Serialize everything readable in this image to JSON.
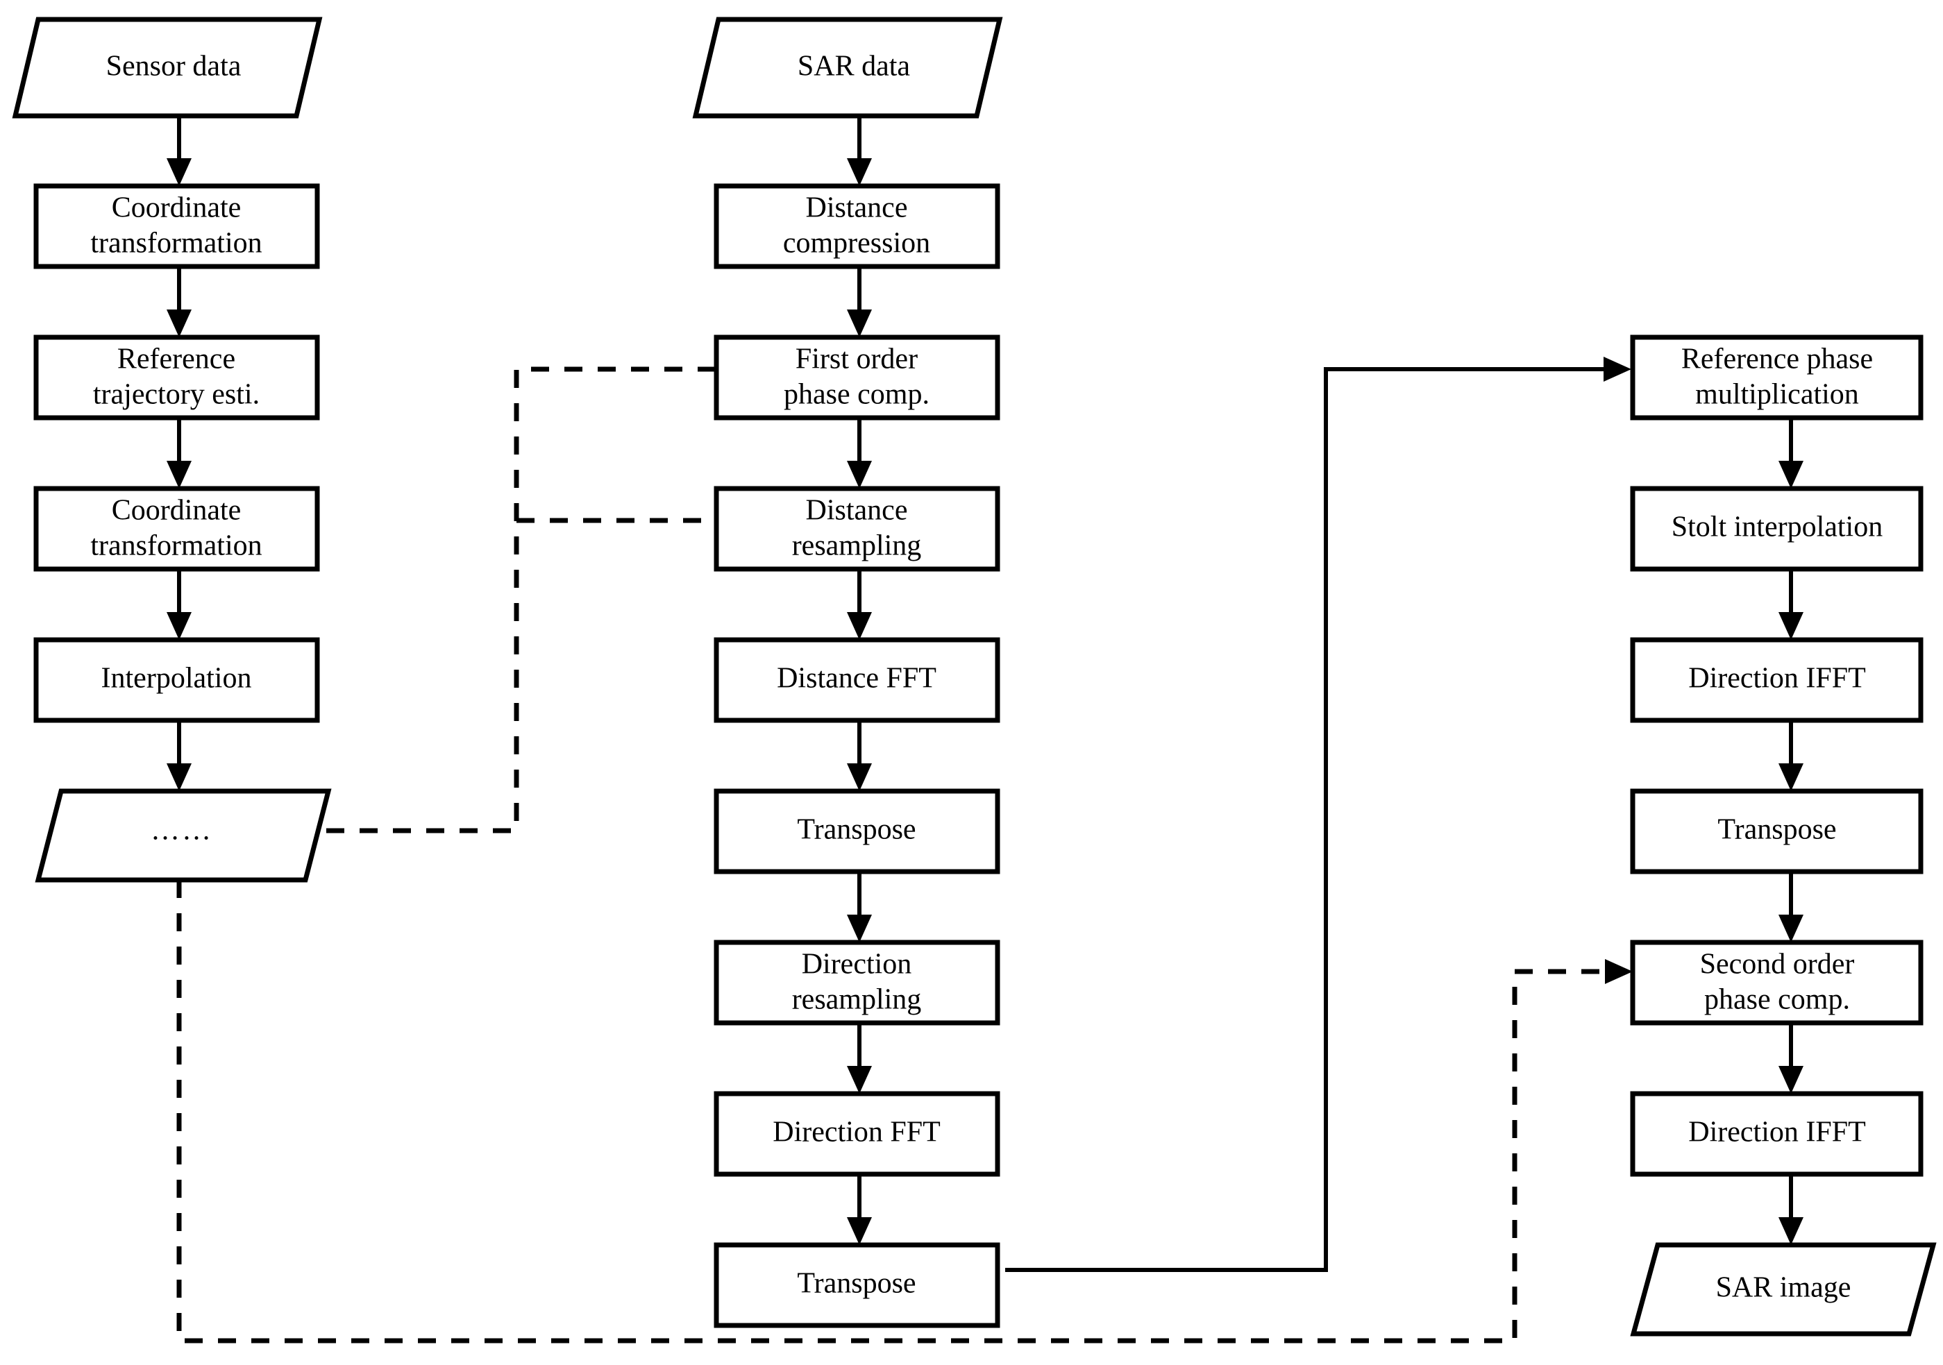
{
  "diagram": {
    "title": "SAR processing flowchart",
    "colors": {
      "stroke": "#000000",
      "fill": "#ffffff",
      "background": "#ffffff"
    },
    "columns": [
      {
        "id": "motion-compensation-column",
        "nodes": [
          {
            "id": "sensor-data",
            "shape": "parallelogram",
            "lines": [
              "Sensor data"
            ]
          },
          {
            "id": "coordinate-transform-1",
            "shape": "rect",
            "lines": [
              "Coordinate",
              "transformation"
            ]
          },
          {
            "id": "reference-trajectory",
            "shape": "rect",
            "lines": [
              "Reference",
              "trajectory esti."
            ]
          },
          {
            "id": "coordinate-transform-2",
            "shape": "rect",
            "lines": [
              "Coordinate",
              "transformation"
            ]
          },
          {
            "id": "interpolation",
            "shape": "rect",
            "lines": [
              "Interpolation"
            ]
          },
          {
            "id": "ellipsis-data",
            "shape": "parallelogram",
            "lines": [
              "……"
            ]
          }
        ]
      },
      {
        "id": "range-azimuth-column",
        "nodes": [
          {
            "id": "sar-data",
            "shape": "parallelogram",
            "lines": [
              "SAR data"
            ]
          },
          {
            "id": "distance-compression",
            "shape": "rect",
            "lines": [
              "Distance",
              "compression"
            ]
          },
          {
            "id": "first-order-phase",
            "shape": "rect",
            "lines": [
              "First order",
              "phase comp."
            ]
          },
          {
            "id": "distance-resampling",
            "shape": "rect",
            "lines": [
              "Distance",
              "resampling"
            ]
          },
          {
            "id": "distance-fft",
            "shape": "rect",
            "lines": [
              "Distance FFT"
            ]
          },
          {
            "id": "transpose-1",
            "shape": "rect",
            "lines": [
              "Transpose"
            ]
          },
          {
            "id": "direction-resampling",
            "shape": "rect",
            "lines": [
              "Direction",
              "resampling"
            ]
          },
          {
            "id": "direction-fft",
            "shape": "rect",
            "lines": [
              "Direction FFT"
            ]
          },
          {
            "id": "transpose-2",
            "shape": "rect",
            "lines": [
              "Transpose"
            ]
          }
        ]
      },
      {
        "id": "imaging-column",
        "nodes": [
          {
            "id": "reference-phase-mult",
            "shape": "rect",
            "lines": [
              "Reference phase",
              "multiplication"
            ]
          },
          {
            "id": "stolt-interpolation",
            "shape": "rect",
            "lines": [
              "Stolt interpolation"
            ]
          },
          {
            "id": "direction-ifft-1",
            "shape": "rect",
            "lines": [
              "Direction IFFT"
            ]
          },
          {
            "id": "transpose-3",
            "shape": "rect",
            "lines": [
              "Transpose"
            ]
          },
          {
            "id": "second-order-phase",
            "shape": "rect",
            "lines": [
              "Second order",
              "phase comp."
            ]
          },
          {
            "id": "direction-ifft-2",
            "shape": "rect",
            "lines": [
              "Direction IFFT"
            ]
          },
          {
            "id": "sar-image",
            "shape": "parallelogram",
            "lines": [
              "SAR image"
            ]
          }
        ]
      }
    ],
    "edges": [
      {
        "id": "e-sensor-to-ct1",
        "style": "solid",
        "from": "sensor-data",
        "to": "coordinate-transform-1"
      },
      {
        "id": "e-ct1-to-reftraj",
        "style": "solid",
        "from": "coordinate-transform-1",
        "to": "reference-trajectory"
      },
      {
        "id": "e-reftraj-to-ct2",
        "style": "solid",
        "from": "reference-trajectory",
        "to": "coordinate-transform-2"
      },
      {
        "id": "e-ct2-to-interp",
        "style": "solid",
        "from": "coordinate-transform-2",
        "to": "interpolation"
      },
      {
        "id": "e-interp-to-ellipsis",
        "style": "solid",
        "from": "interpolation",
        "to": "ellipsis-data"
      },
      {
        "id": "e-sardata-to-distcomp",
        "style": "solid",
        "from": "sar-data",
        "to": "distance-compression"
      },
      {
        "id": "e-distcomp-to-fop",
        "style": "solid",
        "from": "distance-compression",
        "to": "first-order-phase"
      },
      {
        "id": "e-fop-to-distres",
        "style": "solid",
        "from": "first-order-phase",
        "to": "distance-resampling"
      },
      {
        "id": "e-distres-to-distfft",
        "style": "solid",
        "from": "distance-resampling",
        "to": "distance-fft"
      },
      {
        "id": "e-distfft-to-tr1",
        "style": "solid",
        "from": "distance-fft",
        "to": "transpose-1"
      },
      {
        "id": "e-tr1-to-dirres",
        "style": "solid",
        "from": "transpose-1",
        "to": "direction-resampling"
      },
      {
        "id": "e-dirres-to-dirfft",
        "style": "solid",
        "from": "direction-resampling",
        "to": "direction-fft"
      },
      {
        "id": "e-dirfft-to-tr2",
        "style": "solid",
        "from": "direction-fft",
        "to": "transpose-2"
      },
      {
        "id": "e-tr2-to-refphase",
        "style": "solid",
        "from": "transpose-2",
        "to": "reference-phase-mult"
      },
      {
        "id": "e-refphase-to-stolt",
        "style": "solid",
        "from": "reference-phase-mult",
        "to": "stolt-interpolation"
      },
      {
        "id": "e-stolt-to-difft1",
        "style": "solid",
        "from": "stolt-interpolation",
        "to": "direction-ifft-1"
      },
      {
        "id": "e-difft1-to-tr3",
        "style": "solid",
        "from": "direction-ifft-1",
        "to": "transpose-3"
      },
      {
        "id": "e-tr3-to-sop",
        "style": "solid",
        "from": "transpose-3",
        "to": "second-order-phase"
      },
      {
        "id": "e-sop-to-difft2",
        "style": "solid",
        "from": "second-order-phase",
        "to": "direction-ifft-2"
      },
      {
        "id": "e-difft2-to-sarimage",
        "style": "solid",
        "from": "direction-ifft-2",
        "to": "sar-image"
      },
      {
        "id": "e-ellipsis-to-fop",
        "style": "dashed",
        "from": "ellipsis-data",
        "to": "first-order-phase"
      },
      {
        "id": "e-ellipsis-to-distres",
        "style": "dashed",
        "from": "ellipsis-data",
        "to": "distance-resampling"
      },
      {
        "id": "e-ellipsis-to-sop",
        "style": "dashed",
        "from": "ellipsis-data",
        "to": "second-order-phase"
      }
    ]
  }
}
